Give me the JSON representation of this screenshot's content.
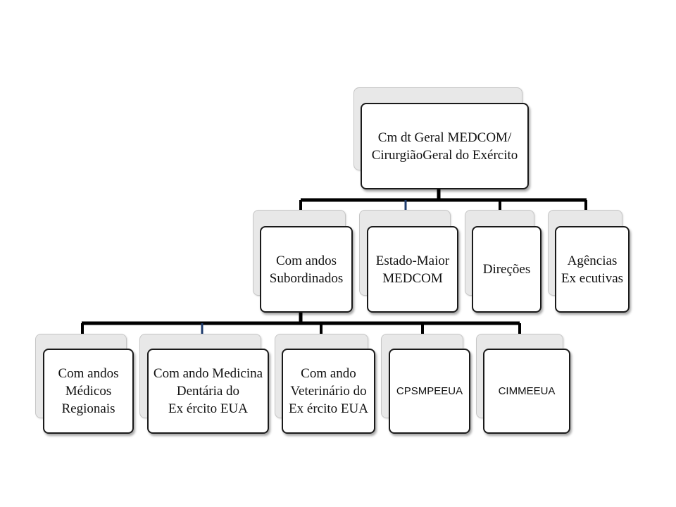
{
  "diagram": {
    "root": {
      "label": "Cm dt Geral MEDCOM/\nCirurgiãoGeral do Exército"
    },
    "level1": [
      {
        "label": "Com andos\nSubordinados"
      },
      {
        "label": "Estado-Maior\nMEDCOM"
      },
      {
        "label": "Direções"
      },
      {
        "label": "Agências\nEx ecutivas"
      }
    ],
    "level2": [
      {
        "label": "Com andos\nMédicos\nRegionais"
      },
      {
        "label": "Com ando Medicina\nDentária do\nEx ército EUA"
      },
      {
        "label": "Com ando\nVeterinário do\nEx ército EUA"
      },
      {
        "label": "CPSMPEEUA"
      },
      {
        "label": "CIMMEEUA"
      }
    ]
  }
}
